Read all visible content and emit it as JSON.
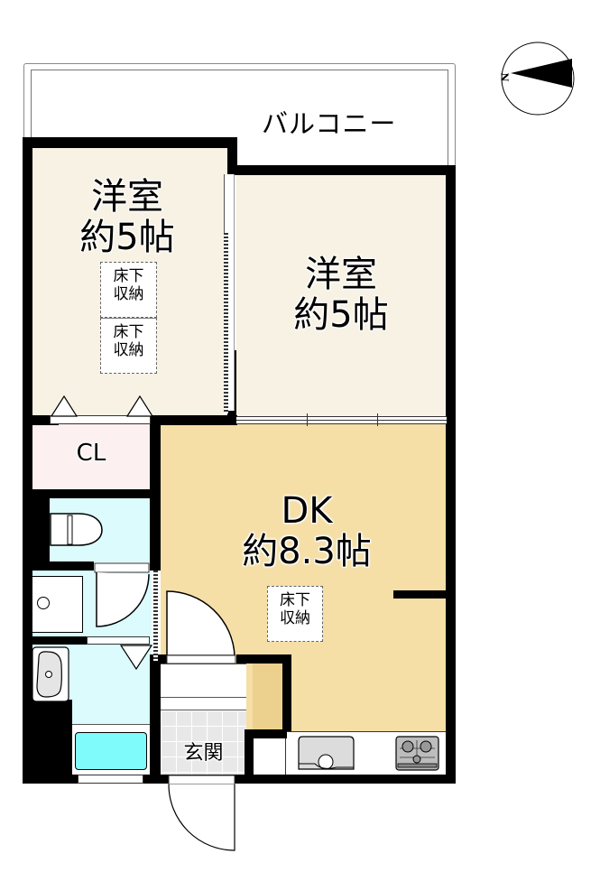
{
  "floorplan": {
    "compass": {
      "label": "N",
      "direction": "west"
    },
    "balcony": {
      "label": "バルコニー"
    },
    "rooms": [
      {
        "id": "western-room-left",
        "name": "洋室",
        "size": "約5帖",
        "color": "#f8f2e4"
      },
      {
        "id": "western-room-right",
        "name": "洋室",
        "size": "約5帖",
        "color": "#f8f2e4"
      },
      {
        "id": "dining-kitchen",
        "name": "DK",
        "size": "約8.3帖",
        "color": "#f5dfa6"
      },
      {
        "id": "closet",
        "name": "CL",
        "color": "#fdf0f0"
      },
      {
        "id": "entrance",
        "name": "玄関",
        "color": "#e8e8e8"
      }
    ],
    "storage": [
      {
        "line1": "床下",
        "line2": "収納"
      },
      {
        "line1": "床下",
        "line2": "収納"
      },
      {
        "line1": "床下",
        "line2": "収納"
      }
    ],
    "colors": {
      "wall": "#000000",
      "bath_area": "#dbfbfc",
      "bathtub": "#80fbfc",
      "shoe_storage": "#ecd08e"
    }
  }
}
